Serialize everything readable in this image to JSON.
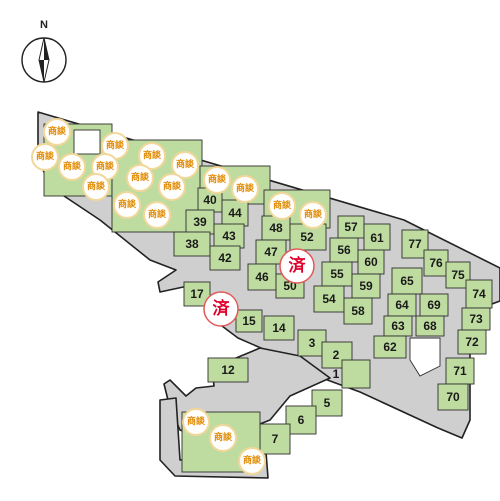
{
  "compass": {
    "label": "N",
    "icon": "north-arrow-icon"
  },
  "colors": {
    "lot": "#bfdca0",
    "road": "#cfcfcf",
    "negotiation_text": "#e08a00",
    "sold_text": "#e0002a"
  },
  "negotiation_label": "商談",
  "sold_label": "済",
  "lots": [
    {
      "num": "1"
    },
    {
      "num": "2"
    },
    {
      "num": "3"
    },
    {
      "num": "5"
    },
    {
      "num": "6"
    },
    {
      "num": "7"
    },
    {
      "num": "12"
    },
    {
      "num": "14"
    },
    {
      "num": "15"
    },
    {
      "num": "17"
    },
    {
      "num": "38"
    },
    {
      "num": "39"
    },
    {
      "num": "40"
    },
    {
      "num": "42"
    },
    {
      "num": "43"
    },
    {
      "num": "44"
    },
    {
      "num": "46"
    },
    {
      "num": "47"
    },
    {
      "num": "48"
    },
    {
      "num": "50"
    },
    {
      "num": "52"
    },
    {
      "num": "54"
    },
    {
      "num": "55"
    },
    {
      "num": "56"
    },
    {
      "num": "57"
    },
    {
      "num": "58"
    },
    {
      "num": "59"
    },
    {
      "num": "60"
    },
    {
      "num": "61"
    },
    {
      "num": "62"
    },
    {
      "num": "63"
    },
    {
      "num": "64"
    },
    {
      "num": "65"
    },
    {
      "num": "68"
    },
    {
      "num": "69"
    },
    {
      "num": "70"
    },
    {
      "num": "71"
    },
    {
      "num": "72"
    },
    {
      "num": "73"
    },
    {
      "num": "74"
    },
    {
      "num": "75"
    },
    {
      "num": "76"
    },
    {
      "num": "77"
    }
  ]
}
